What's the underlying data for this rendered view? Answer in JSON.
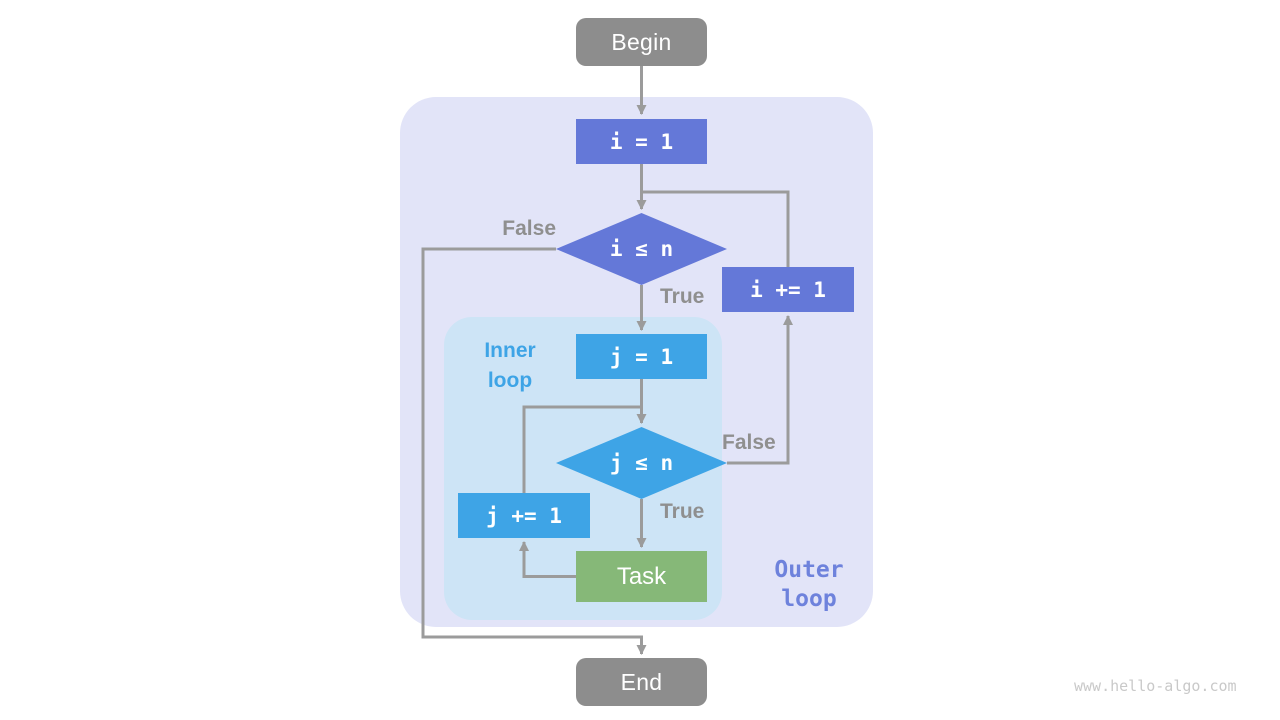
{
  "nodes": {
    "begin": {
      "label": "Begin"
    },
    "init_i": {
      "label": "i = 1"
    },
    "cond_i": {
      "label": "i ≤ n"
    },
    "incr_i": {
      "label": "i += 1"
    },
    "init_j": {
      "label": "j = 1"
    },
    "cond_j": {
      "label": "j ≤ n"
    },
    "incr_j": {
      "label": "j += 1"
    },
    "task": {
      "label": "Task"
    },
    "end": {
      "label": "End"
    }
  },
  "edge_labels": {
    "outer_false": "False",
    "outer_true": "True",
    "inner_false": "False",
    "inner_true": "True"
  },
  "region_labels": {
    "inner_loop": {
      "line1": "Inner",
      "line2": "loop"
    },
    "outer_loop": {
      "line1": "Outer",
      "line2": "loop"
    }
  },
  "watermark": "www.hello-algo.com",
  "colors": {
    "outer_loop_node": "#6478d8",
    "inner_loop_node": "#3ea4e6",
    "task_node": "#86b878",
    "terminal_node": "#8d8d8d",
    "outer_region": "#e2e4f8",
    "inner_region": "#cde4f6",
    "connector_line": "#9b9b9b",
    "edge_label_text": "#8f8f8f",
    "inner_loop_label_text": "#3ea4e6",
    "outer_loop_label_text": "#6e82dc",
    "watermark_text": "#c9c9c9"
  }
}
